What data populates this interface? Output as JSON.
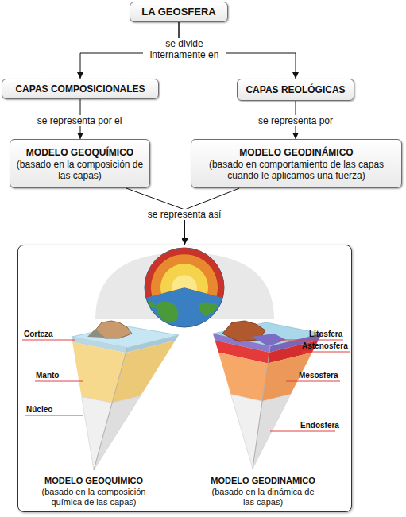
{
  "diagram": {
    "nodes": [
      {
        "text": [
          "LA GEOSFERA"
        ]
      },
      {
        "text": [
          "CAPAS COMPOSICIONALES"
        ]
      },
      {
        "text": [
          "CAPAS REOLÓGICAS"
        ]
      },
      {
        "text": [
          "MODELO GEOQUÍMICO",
          "(basado en la composición de las capas)"
        ]
      },
      {
        "text": [
          "MODELO GEODINÁMICO",
          "(basado en comportamiento de las capas cuando le aplicamos una fuerza)"
        ]
      },
      {
        "text": [
          "MODELO GEOQUÍMICO",
          "(basado en la composición química de las capas)",
          "MODELO GEODINÁMICO",
          "(basado en la dinámica de las capas)"
        ]
      }
    ],
    "edges": [
      {
        "from": 0,
        "to": 1,
        "label": "se divide internamente en",
        "arrow": "to"
      },
      {
        "from": 0,
        "to": 2,
        "arrow": "to"
      },
      {
        "from": 1,
        "to": 3,
        "label": "se representa por el",
        "arrow": "to"
      },
      {
        "from": 2,
        "to": 4,
        "label": "se representa por",
        "arrow": "to"
      },
      {
        "from": 3,
        "to": 5,
        "label": "se representa así",
        "arrow": "to"
      },
      {
        "from": 4,
        "to": 5,
        "arrow": "to"
      }
    ],
    "labels": [
      "Corteza",
      "Manto",
      "Núcleo",
      "Litosfera",
      "Astenosfera",
      "Mesosfera",
      "Endosfera"
    ]
  }
}
